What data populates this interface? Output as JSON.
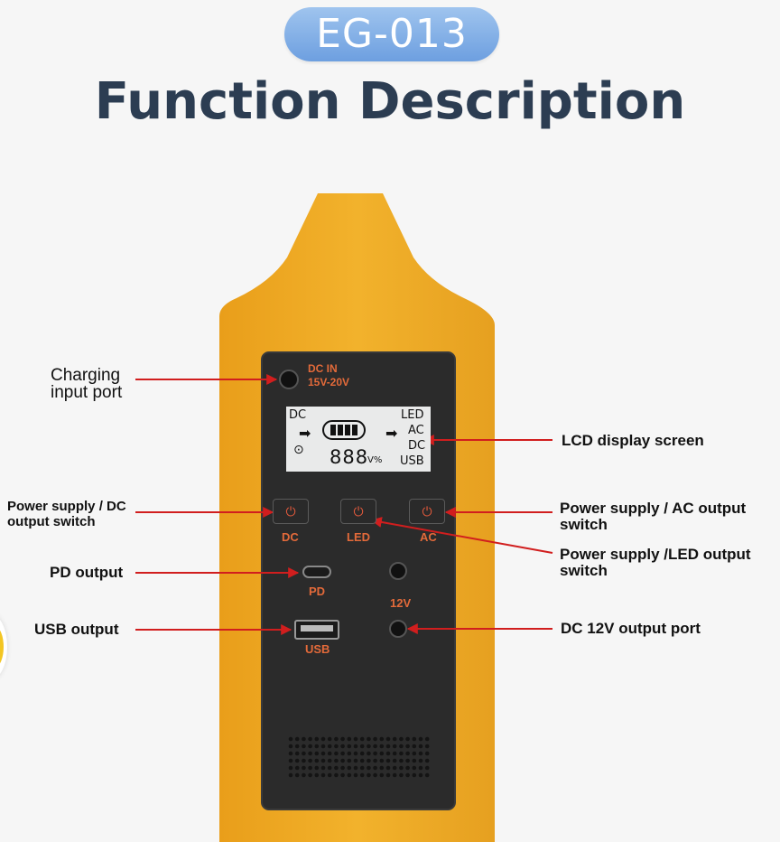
{
  "header": {
    "model_badge": "EG-013",
    "title": "Function Description"
  },
  "device": {
    "port_text_line1": "DC  IN",
    "port_text_line2": "15V-20V",
    "lcd": {
      "left_top": "DC",
      "right_items": [
        "LED",
        "AC",
        "DC",
        "USB"
      ],
      "readout": "888",
      "readout_units": "V%"
    },
    "button_labels": {
      "dc": "DC",
      "led": "LED",
      "ac": "AC"
    },
    "port_labels": {
      "pd": "PD",
      "v12": "12V",
      "usb": "USB"
    }
  },
  "callouts": {
    "charging_input_port": [
      "Charging",
      "input port"
    ],
    "lcd_display_screen": "LCD display screen",
    "dc_switch": [
      "Power supply / DC",
      "output switch"
    ],
    "ac_switch": [
      "Power supply / AC output",
      "switch"
    ],
    "led_switch": [
      "Power supply /LED output",
      "switch"
    ],
    "pd_output": "PD output",
    "usb_output": "USB output",
    "dc12v_port": "DC 12V output port"
  },
  "colors": {
    "body_yellow": "#f0ad22",
    "panel": "#2b2b2b",
    "arrow_red": "#d11e1e",
    "label_orange": "#e36a3a",
    "title": "#2c3d52",
    "badge": "#7aa9e3"
  }
}
